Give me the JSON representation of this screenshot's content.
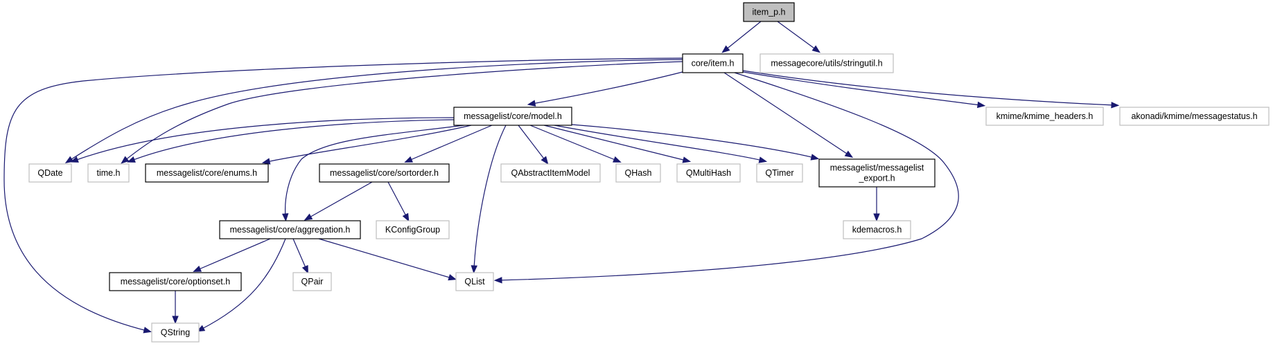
{
  "diagram": {
    "type": "include-dependency-graph",
    "root": "item_p.h",
    "edge_color": "#191970",
    "node_styles": {
      "root": {
        "fill": "#bfbfbf",
        "border": "#000000"
      },
      "local": {
        "fill": "#ffffff",
        "border": "#000000"
      },
      "external": {
        "fill": "#ffffff",
        "border": "#bfbfbf"
      }
    },
    "nodes": [
      {
        "id": "item_p",
        "label": "item_p.h",
        "kind": "root"
      },
      {
        "id": "core_item",
        "label": "core/item.h",
        "kind": "local"
      },
      {
        "id": "stringutil",
        "label": "messagecore/utils/stringutil.h",
        "kind": "external"
      },
      {
        "id": "model",
        "label": "messagelist/core/model.h",
        "kind": "local"
      },
      {
        "id": "kmime_headers",
        "label": "kmime/kmime_headers.h",
        "kind": "external"
      },
      {
        "id": "messagestatus",
        "label": "akonadi/kmime/messagestatus.h",
        "kind": "external"
      },
      {
        "id": "qdate",
        "label": "QDate",
        "kind": "external"
      },
      {
        "id": "time_h",
        "label": "time.h",
        "kind": "external"
      },
      {
        "id": "enums",
        "label": "messagelist/core/enums.h",
        "kind": "local"
      },
      {
        "id": "sortorder",
        "label": "messagelist/core/sortorder.h",
        "kind": "local"
      },
      {
        "id": "qabstractitemmodel",
        "label": "QAbstractItemModel",
        "kind": "external"
      },
      {
        "id": "qhash",
        "label": "QHash",
        "kind": "external"
      },
      {
        "id": "qmultihash",
        "label": "QMultiHash",
        "kind": "external"
      },
      {
        "id": "qtimer",
        "label": "QTimer",
        "kind": "external"
      },
      {
        "id": "export",
        "label": "messagelist/messagelist\n_export.h",
        "label_lines": [
          "messagelist/messagelist",
          "_export.h"
        ],
        "kind": "local"
      },
      {
        "id": "aggregation",
        "label": "messagelist/core/aggregation.h",
        "kind": "local"
      },
      {
        "id": "kconfiggroup",
        "label": "KConfigGroup",
        "kind": "external"
      },
      {
        "id": "kdemacros",
        "label": "kdemacros.h",
        "kind": "external"
      },
      {
        "id": "optionset",
        "label": "messagelist/core/optionset.h",
        "kind": "local"
      },
      {
        "id": "qpair",
        "label": "QPair",
        "kind": "external"
      },
      {
        "id": "qlist",
        "label": "QList",
        "kind": "external"
      },
      {
        "id": "qstring",
        "label": "QString",
        "kind": "external"
      }
    ],
    "edges": [
      {
        "from": "item_p",
        "to": "core_item"
      },
      {
        "from": "item_p",
        "to": "stringutil"
      },
      {
        "from": "core_item",
        "to": "model"
      },
      {
        "from": "core_item",
        "to": "qdate"
      },
      {
        "from": "core_item",
        "to": "time_h"
      },
      {
        "from": "core_item",
        "to": "qstring"
      },
      {
        "from": "core_item",
        "to": "export"
      },
      {
        "from": "core_item",
        "to": "qlist"
      },
      {
        "from": "core_item",
        "to": "kmime_headers"
      },
      {
        "from": "core_item",
        "to": "messagestatus"
      },
      {
        "from": "model",
        "to": "qdate"
      },
      {
        "from": "model",
        "to": "time_h"
      },
      {
        "from": "model",
        "to": "enums"
      },
      {
        "from": "model",
        "to": "aggregation"
      },
      {
        "from": "model",
        "to": "sortorder"
      },
      {
        "from": "model",
        "to": "qlist"
      },
      {
        "from": "model",
        "to": "qabstractitemmodel"
      },
      {
        "from": "model",
        "to": "qhash"
      },
      {
        "from": "model",
        "to": "qmultihash"
      },
      {
        "from": "model",
        "to": "qtimer"
      },
      {
        "from": "model",
        "to": "export"
      },
      {
        "from": "sortorder",
        "to": "aggregation"
      },
      {
        "from": "sortorder",
        "to": "kconfiggroup"
      },
      {
        "from": "export",
        "to": "kdemacros"
      },
      {
        "from": "aggregation",
        "to": "optionset"
      },
      {
        "from": "aggregation",
        "to": "qstring"
      },
      {
        "from": "aggregation",
        "to": "qpair"
      },
      {
        "from": "aggregation",
        "to": "qlist"
      },
      {
        "from": "optionset",
        "to": "qstring"
      }
    ]
  }
}
